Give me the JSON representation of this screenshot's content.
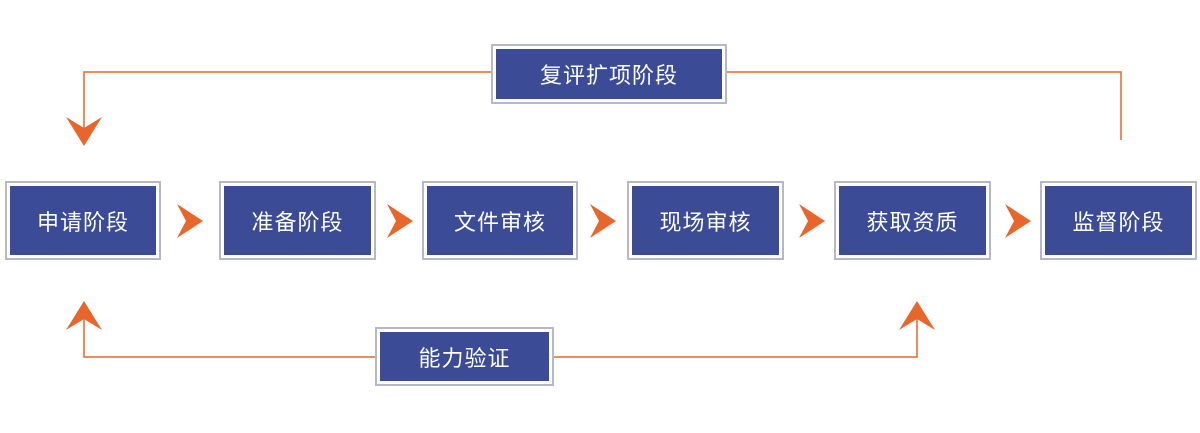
{
  "colors": {
    "box_fill": "#3b4b96",
    "box_border": "#b5b8c8",
    "connector": "#e8662b",
    "text": "#ffffff"
  },
  "stages": [
    "申请阶段",
    "准备阶段",
    "文件审核",
    "现场审核",
    "获取资质",
    "监督阶段"
  ],
  "loops": {
    "top_label": "复评扩项阶段",
    "bottom_label": "能力验证"
  },
  "icons": {
    "step_arrow": "chevron-right-icon",
    "loop_arrow_down": "arrow-down-icon",
    "loop_arrow_up": "arrow-up-icon"
  }
}
